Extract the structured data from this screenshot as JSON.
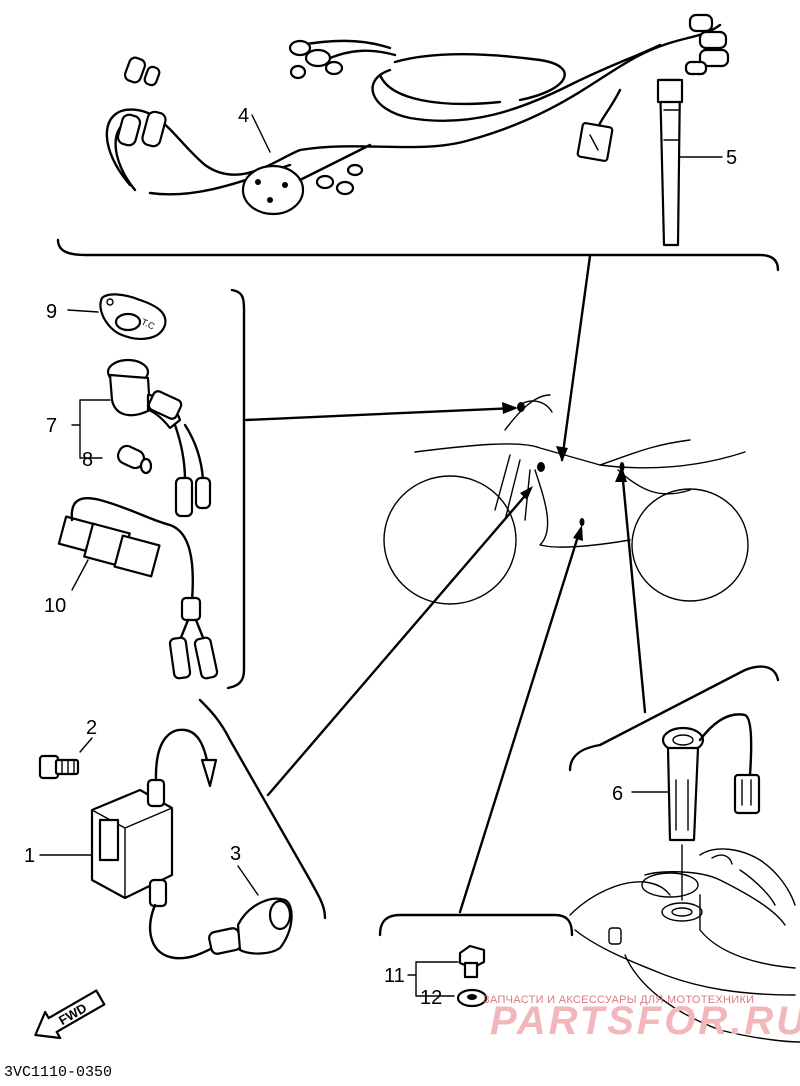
{
  "callouts": {
    "c1": "1",
    "c2": "2",
    "c3": "3",
    "c4": "4",
    "c5": "5",
    "c6": "6",
    "c7": "7",
    "c8": "8",
    "c9": "9",
    "c10": "10",
    "c11": "11",
    "c12": "12"
  },
  "fwd_label": "FWD",
  "diagram_code": "3VC1110-0350",
  "watermark": {
    "tagline": "ЗАПЧАСТИ И АКСЕССУАРЫ ДЛЯ МОТОТЕХНИКИ",
    "brand": "PARTSFOR.RU"
  },
  "colors": {
    "line": "#000000",
    "watermark": "#f2b7bb"
  }
}
